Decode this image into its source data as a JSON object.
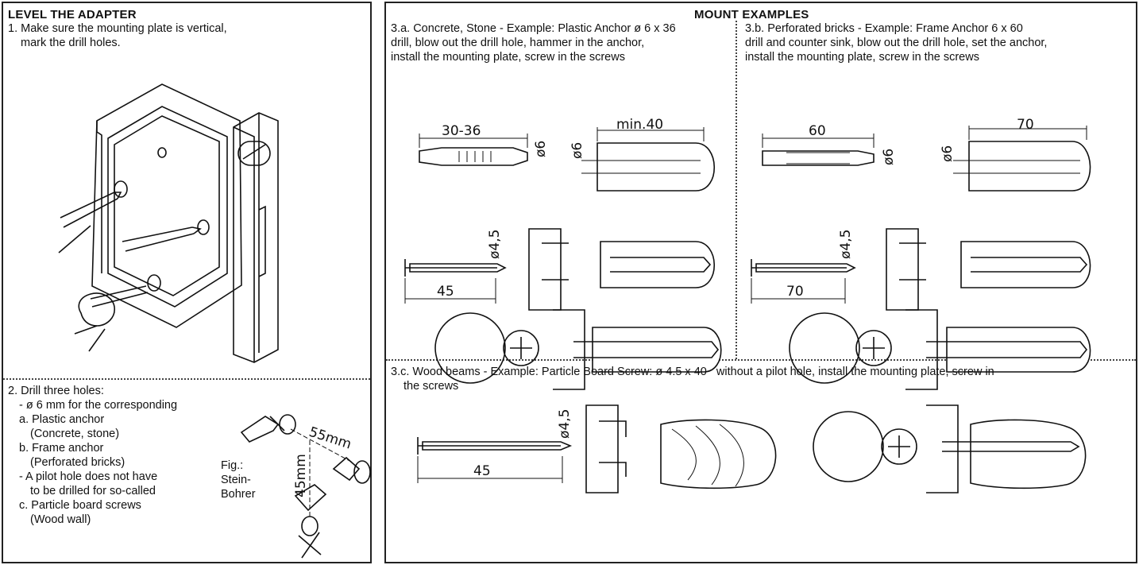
{
  "left": {
    "title": "LEVEL THE ADAPTER",
    "step1_line1": "1. Make sure the mounting plate is vertical,",
    "step1_line2": "mark the drill holes.",
    "step2": {
      "line0": "2. Drill three holes:",
      "line1": "- ø 6 mm for the corresponding",
      "line2": "a. Plastic anchor",
      "line3": "(Concrete, stone)",
      "line4": "b. Frame anchor",
      "line5": "(Perforated bricks)",
      "line6": "- A pilot hole does not have",
      "line7": "to be drilled for so-called",
      "line8": "c. Particle board screws",
      "line9": "(Wood wall)"
    },
    "fig_caption": [
      "Fig.:",
      "Stein-",
      "Bohrer"
    ],
    "dim_55": "55mm",
    "dim_45": "45mm"
  },
  "right": {
    "title": "MOUNT EXAMPLES",
    "col_a": {
      "line1": "3.a. Concrete, Stone - Example: Plastic Anchor ø 6 x 36",
      "line2": "drill, blow out the drill hole, hammer in the anchor,",
      "line3": "install the mounting plate, screw in the screws",
      "dims": {
        "anchor_len": "30-36",
        "anchor_dia": "ø6",
        "hole_dia": "ø6",
        "hole_min": "min.40",
        "screw_dia": "ø4,5",
        "screw_len": "45"
      }
    },
    "col_b": {
      "line1": "3.b. Perforated bricks - Example: Frame Anchor 6 x 60",
      "line2": "drill and counter sink, blow out the drill hole, set the anchor,",
      "line3": "install the mounting plate, screw in the screws",
      "dims": {
        "anchor_len": "60",
        "anchor_dia": "ø6",
        "hole_dia": "ø6",
        "hole_len": "70",
        "screw_dia": "ø4,5",
        "screw_len": "70"
      }
    },
    "col_c": {
      "line1": "3.c. Wood beams - Example: Particle Board Screw: ø 4.5 x 40   without a pilot hole, install the mounting plate, screw in",
      "line2": "the screws",
      "dims": {
        "screw_dia": "ø4,5",
        "screw_len": "45"
      }
    }
  }
}
